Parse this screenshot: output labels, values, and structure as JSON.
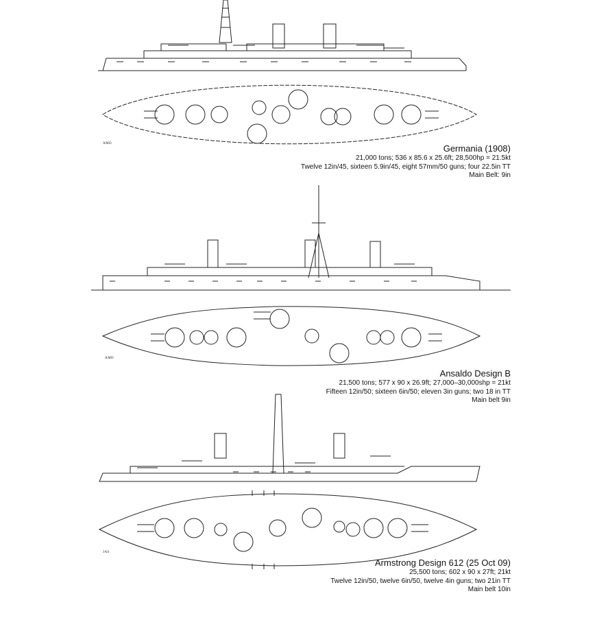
{
  "ships": [
    {
      "name": "Germania (1908)",
      "specs": "21,000 tons; 536 x 85.6 x 25.6ft; 28,500hp = 21.5kt",
      "armament": "Twelve 12in/45, sixteen 5.9in/45, eight 57mm/50 guns; four 22.5in TT",
      "armor": "Main Belt: 9in",
      "credit": "AMD"
    },
    {
      "name": "Ansaldo Design B",
      "specs": "21,500 tons; 577 x 90 x 26.9ft; 27,000–30,000shp = 21kt",
      "armament": "Fifteen 12in/50; sixteen 6in/50; eleven 3in guns; two 18 in TT",
      "armor": "Main belt 9in",
      "credit": "AMD"
    },
    {
      "name": "Armstrong Design 612 (25 Oct 09)",
      "specs": "25,500 tons; 602 x 90 x 27ft; 21kt",
      "armament": "Twelve 12in/50, twelve 6in/50, twelve 4in guns; two 21in TT",
      "armor": "Main belt 10in",
      "credit": "JAS"
    }
  ]
}
